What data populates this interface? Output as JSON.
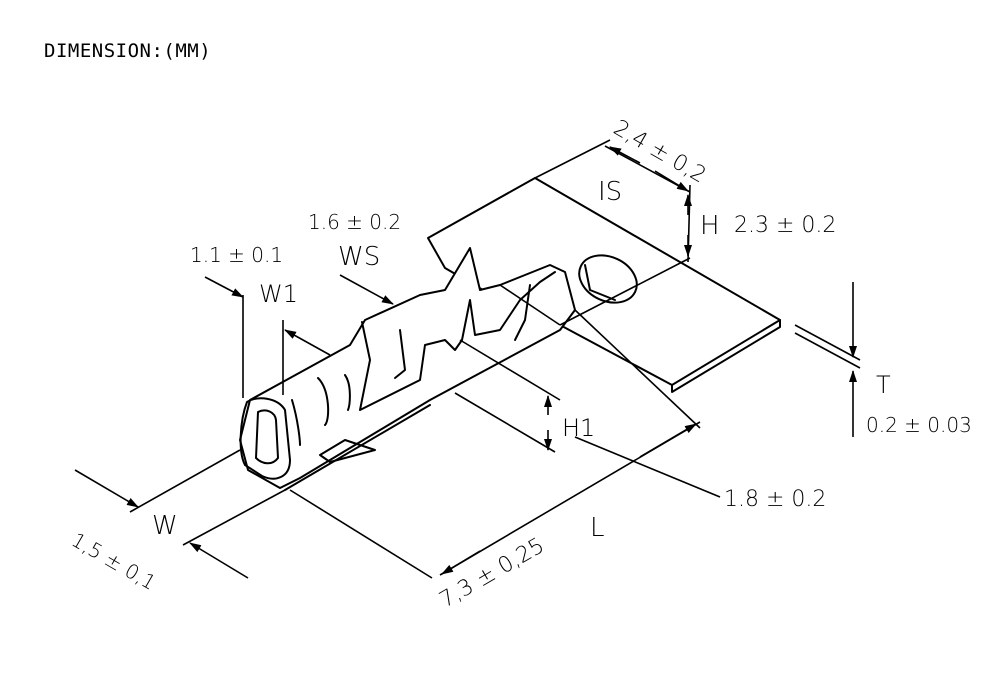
{
  "title": "DIMENSION:(MM)",
  "dimensions": {
    "is_label": "IS",
    "is_value": "2,4 ± 0,2",
    "h_label": "H",
    "h_value": "2.3 ± 0.2",
    "ws_label": "WS",
    "ws_value": "1.6 ± 0.2",
    "w1_label": "W1",
    "w1_value": "1.1 ± 0.1",
    "h1_label": "H1",
    "h1_value": "1.8 ± 0.2",
    "t_label": "T",
    "t_value": "0.2 ± 0.03",
    "l_label": "L",
    "l_value": "7,3 ± 0,25",
    "w_label": "W",
    "w_value": "1,5 ± 0,1"
  }
}
